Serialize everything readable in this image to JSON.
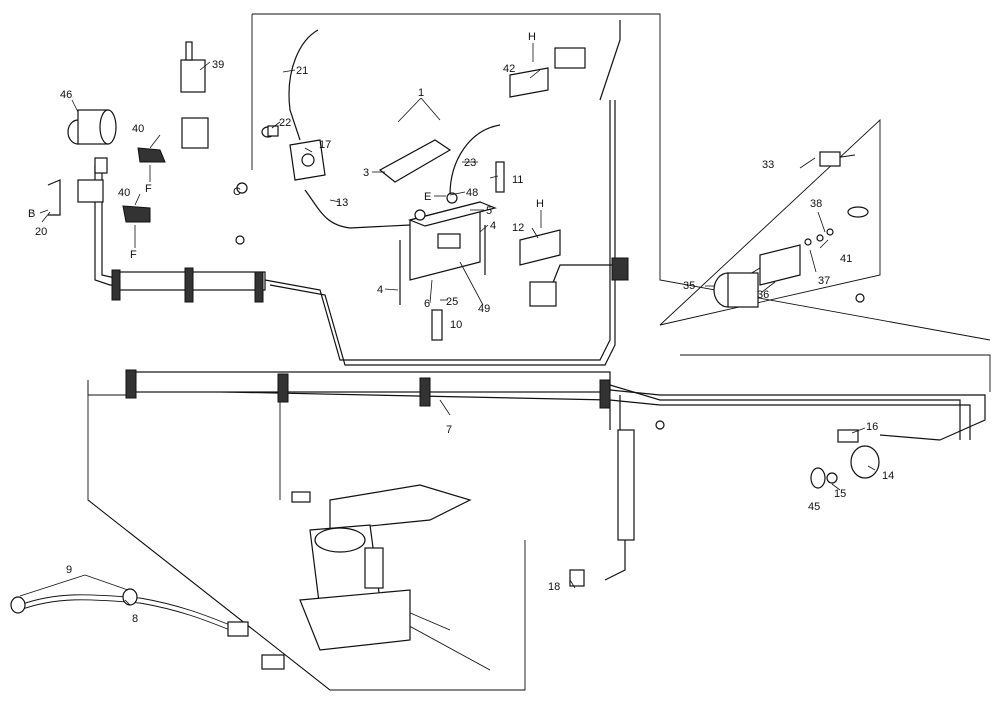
{
  "labels": {
    "l1": "1",
    "l3": "3",
    "l4a": "4",
    "l4b": "4",
    "l5": "5",
    "l6": "6",
    "l7": "7",
    "l8": "8",
    "l9": "9",
    "l10": "10",
    "l11": "11",
    "l12": "12",
    "l13": "13",
    "l14": "14",
    "l15": "15",
    "l16": "16",
    "l17": "17",
    "l18": "18",
    "l20": "20",
    "l21": "21",
    "l22": "22",
    "l23": "23",
    "l25": "25",
    "l33": "33",
    "l35": "35",
    "l36": "36",
    "l37": "37",
    "l38": "38",
    "l39": "39",
    "l40a": "40",
    "l40b": "40",
    "l41": "41",
    "l42": "42",
    "l45": "45",
    "l46": "46",
    "l48": "48",
    "l49": "49"
  },
  "letters": {
    "B": "B",
    "C": "C",
    "E": "E",
    "Fa": "F",
    "Fb": "F",
    "Ha": "H",
    "Hb": "H"
  }
}
